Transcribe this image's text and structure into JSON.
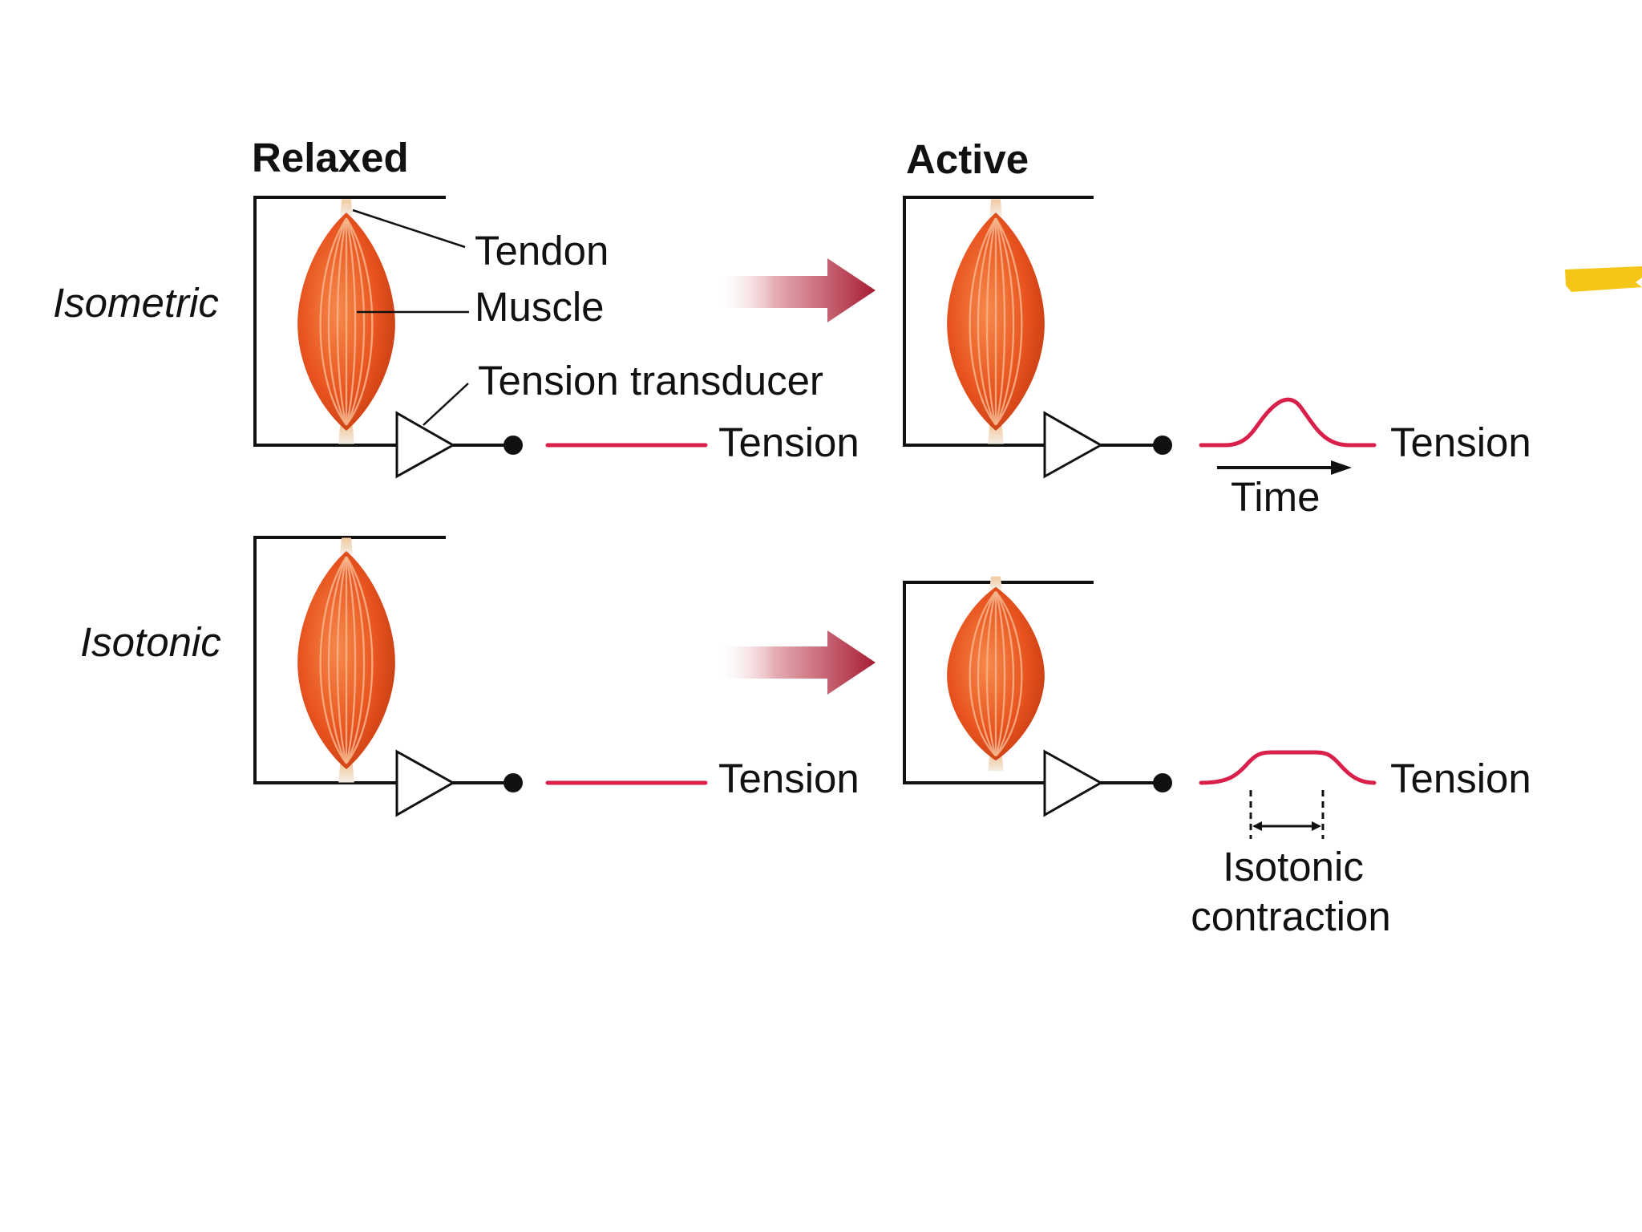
{
  "headers": {
    "relaxed": "Relaxed",
    "active": "Active"
  },
  "rows": {
    "isometric": "Isometric",
    "isotonic": "Isotonic"
  },
  "labels": {
    "tendon": "Tendon",
    "muscle": "Muscle",
    "transducer": "Tension transducer",
    "tension": "Tension",
    "time": "Time",
    "isotonic_contraction_line1": "Isotonic",
    "isotonic_contraction_line2": "contraction"
  },
  "colors": {
    "muscle": "#e8531f",
    "tension_trace": "#d8204a",
    "arrow": "#a81e35",
    "tendon": "#f2e2c4",
    "highlight_mark": "#f5c518"
  }
}
